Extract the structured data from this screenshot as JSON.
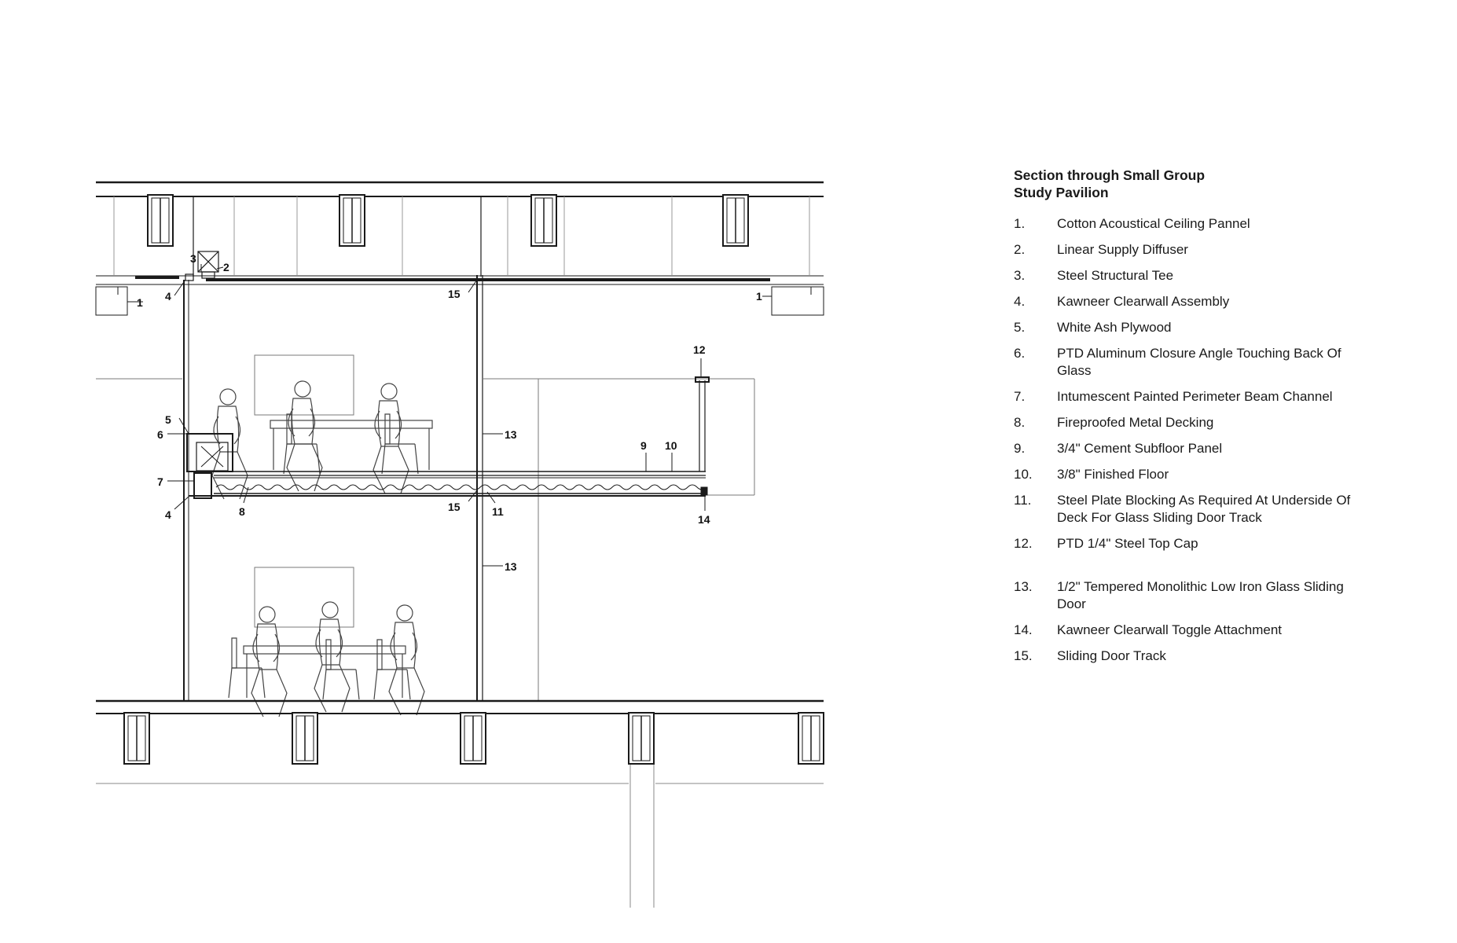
{
  "legend": {
    "title": "Section through Small Group\nStudy Pavilion",
    "items": [
      {
        "number": "1.",
        "text": "Cotton Acoustical Ceiling Pannel"
      },
      {
        "number": "2.",
        "text": "Linear Supply Diffuser"
      },
      {
        "number": "3.",
        "text": "Steel Structural Tee"
      },
      {
        "number": "4.",
        "text": "Kawneer Clearwall Assembly"
      },
      {
        "number": "5.",
        "text": "White Ash Plywood"
      },
      {
        "number": "6.",
        "text": "PTD Aluminum Closure Angle Touching Back Of Glass"
      },
      {
        "number": "7.",
        "text": "Intumescent Painted Perimeter Beam Channel"
      },
      {
        "number": "8.",
        "text": "Fireproofed Metal Decking"
      },
      {
        "number": "9.",
        "text": "3/4\" Cement Subfloor Panel"
      },
      {
        "number": "10.",
        "text": "3/8\" Finished Floor"
      },
      {
        "number": "11.",
        "text": "Steel Plate Blocking As Required At Underside Of Deck For Glass Sliding Door Track"
      },
      {
        "number": "12.",
        "text": "PTD 1/4\" Steel Top Cap"
      },
      {
        "number": "13.",
        "text": "1/2\" Tempered Monolithic Low Iron Glass Sliding Door"
      },
      {
        "number": "14.",
        "text": "Kawneer Clearwall Toggle Attachment"
      },
      {
        "number": "15.",
        "text": "Sliding Door Track"
      }
    ]
  },
  "drawing": {
    "callouts": {
      "c1_left": "1",
      "c1_right": "1",
      "c2": "2",
      "c3": "3",
      "c4_top": "4",
      "c4_bottom": "4",
      "c5": "5",
      "c6": "6",
      "c7": "7",
      "c8": "8",
      "c9": "9",
      "c10": "10",
      "c11": "11",
      "c12": "12",
      "c13_top": "13",
      "c13_bottom": "13",
      "c14": "14",
      "c15_top": "15",
      "c15_bottom": "15"
    }
  },
  "colors": {
    "line": "#1a1a1a",
    "light_line": "#8a8a8a",
    "accent_chair": "#b34a3c"
  }
}
